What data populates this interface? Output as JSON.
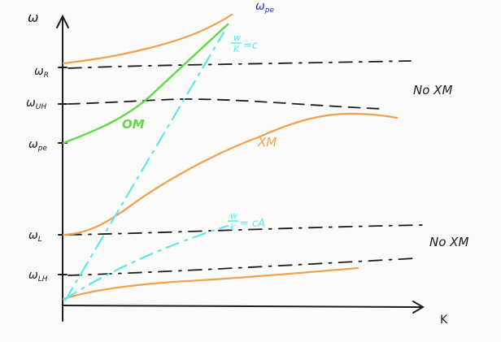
{
  "axes": {
    "y_label": "ω",
    "x_label": "K"
  },
  "y_ticks": [
    {
      "id": "omega-r",
      "main": "ω",
      "sub": "R"
    },
    {
      "id": "omega-uh",
      "main": "ω",
      "sub": "UH"
    },
    {
      "id": "omega-pe",
      "main": "ω",
      "sub": "pe"
    },
    {
      "id": "omega-l",
      "main": "ω",
      "sub": "L"
    },
    {
      "id": "omega-lh",
      "main": "ω",
      "sub": "LH"
    }
  ],
  "curve_labels": {
    "om": "OM",
    "xm": "XM",
    "no_xm_upper": "No XM",
    "no_xm_lower": "No XM",
    "light_line_w": "w",
    "light_line_k": "K",
    "light_line_rhs": "=c",
    "alfven_w": "w",
    "alfven_k": "k",
    "alfven_rhs": "= cA",
    "top_omega": "ω",
    "top_sub": "pe"
  },
  "colors": {
    "ink": "#1c1c1c",
    "orange": "#f0a150",
    "green": "#5fd94a",
    "cyan": "#5fe6ea",
    "blue": "#2b2fd6"
  }
}
